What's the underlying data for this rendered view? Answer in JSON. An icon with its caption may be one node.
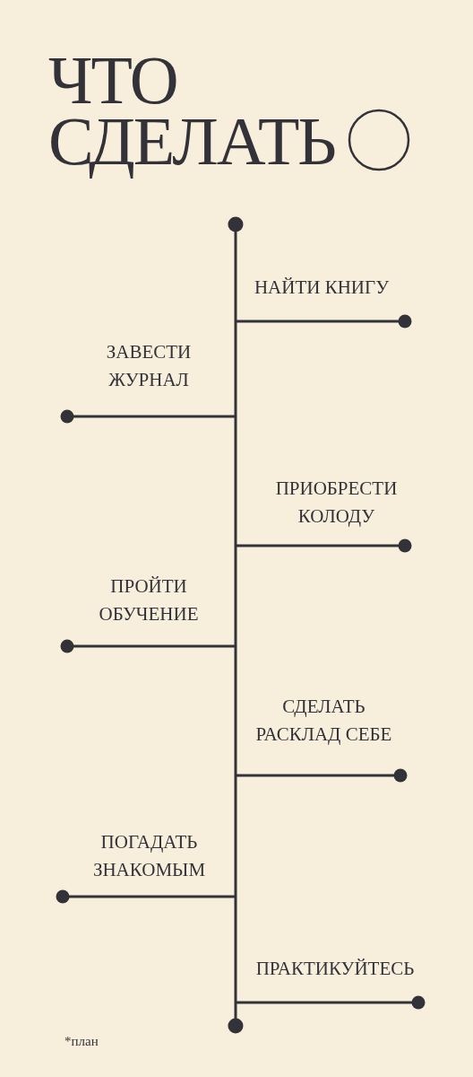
{
  "diagram": {
    "title": "ЧТО СДЕЛАТЬ",
    "labels": [
      "НАЙТИ КНИГУ",
      "ЗАВЕСТИ ЖУРНАЛ",
      "ПРИОБРЕСТИ КОЛОДУ",
      "ПРОЙТИ ОБУЧЕНИЕ",
      "СДЕЛАТЬ РАСКЛАД СЕБЕ",
      "ПОГАДАТЬ ЗНАКОМЫМ",
      "ПРАКТИКУЙТЕСЬ",
      "*план"
    ]
  }
}
